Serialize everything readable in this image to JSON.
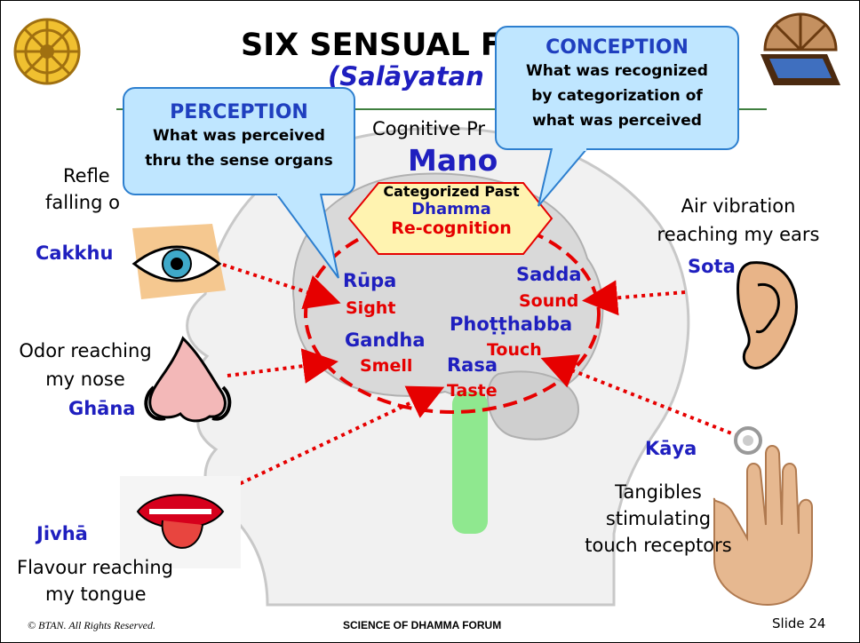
{
  "title": "SIX SENSUAL F",
  "subtitle": "(Salāyatan",
  "callouts": {
    "perception": {
      "heading": "PERCEPTION",
      "line1": "What was perceived",
      "line2": "thru the sense organs"
    },
    "conception": {
      "heading": "CONCEPTION",
      "line1": "What was recognized",
      "line2": "by categorization of",
      "line3": "what was perceived"
    }
  },
  "cognitive_label": "Cognitive Pr",
  "mano": "Mano",
  "hexagon": {
    "line1": "Categorized Past",
    "line2": "Dhamma",
    "line3": "Re-cognition"
  },
  "senses": {
    "rupa": {
      "pali": "Rūpa",
      "english": "Sight"
    },
    "sadda": {
      "pali": "Sadda",
      "english": "Sound"
    },
    "gandha": {
      "pali": "Gandha",
      "english": "Smell"
    },
    "photthabba": {
      "pali": "Phoṭṭhabba",
      "english": "Touch"
    },
    "rasa": {
      "pali": "Rasa",
      "english": "Taste"
    }
  },
  "organs": {
    "cakkhu": {
      "name": "Cakkhu",
      "desc_line1": "Refle",
      "desc_line2": "falling o"
    },
    "sota": {
      "name": "Sota",
      "desc_line1": "Air vibration",
      "desc_line2": "reaching my ears"
    },
    "ghana": {
      "name": "Ghāna",
      "desc_line1": "Odor reaching",
      "desc_line2": "my nose"
    },
    "jivha": {
      "name": "Jivhā",
      "desc_line1": "Flavour reaching",
      "desc_line2": "my tongue"
    },
    "kaya": {
      "name": "Kāya",
      "desc_line1": "Tangibles",
      "desc_line2": "stimulating",
      "desc_line3": "touch receptors"
    }
  },
  "footer": {
    "left": "© BTAN. All Rights Reserved.",
    "center": "SCIENCE OF DHAMMA FORUM",
    "right": "Slide 24"
  },
  "colors": {
    "pali": "#1f1fbf",
    "english": "#e60000",
    "callout_fill": "#bfe6ff",
    "hexagon_fill": "#fff3b0"
  }
}
